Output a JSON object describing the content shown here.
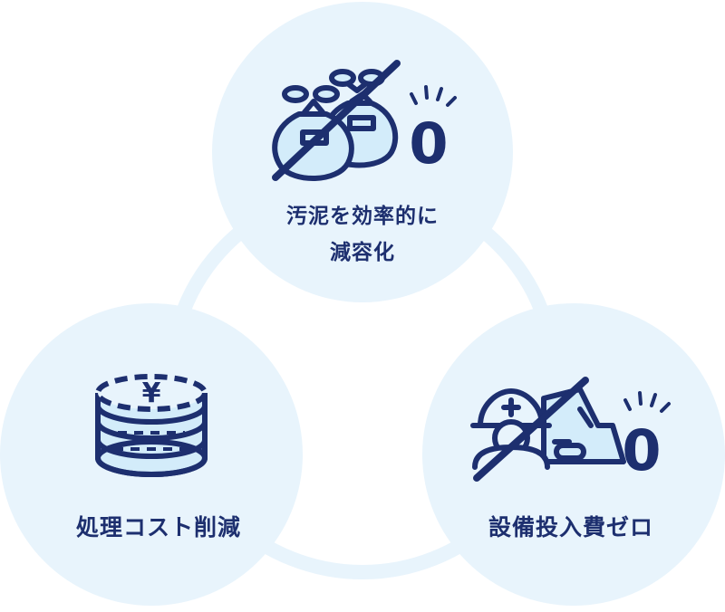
{
  "colors": {
    "circle_fill": "#e8f4fc",
    "ring_stroke": "#e8f4fc",
    "icon_navy": "#1d2f6f",
    "icon_light": "#d3ecfa",
    "slash_navy": "#1d2f6f"
  },
  "nodes": [
    {
      "id": "sludge-reduction",
      "label_lines": [
        "汚泥を効率的に",
        "減容化"
      ],
      "icon": "sludge-bags-icon",
      "badge": "0"
    },
    {
      "id": "cost-reduction",
      "label_lines": [
        "処理コスト削減"
      ],
      "icon": "yen-coin-stack-icon"
    },
    {
      "id": "zero-investment",
      "label_lines": [
        "設備投入費ゼロ"
      ],
      "icon": "worker-bulldozer-icon",
      "badge": "0"
    }
  ]
}
